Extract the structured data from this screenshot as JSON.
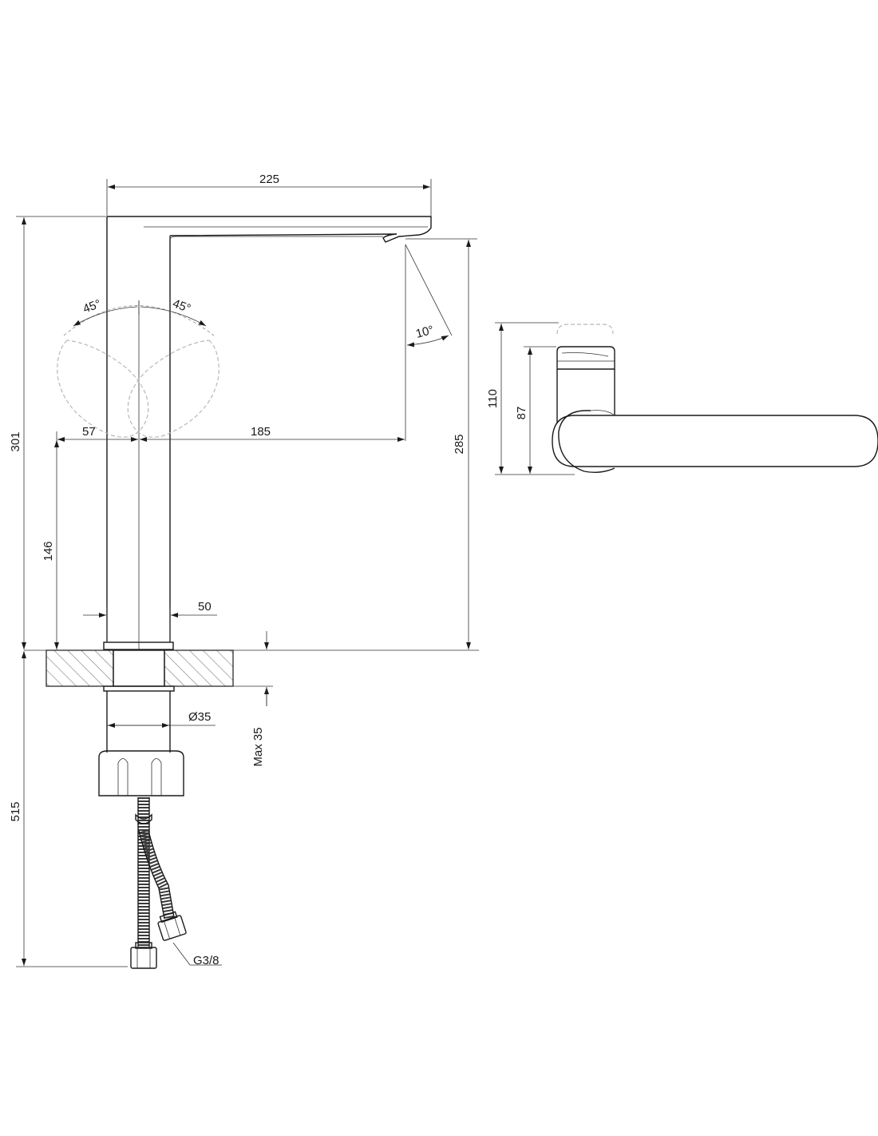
{
  "dimensions": {
    "total_reach": "225",
    "total_height": "301",
    "spout_height": "285",
    "handle_offset": "57",
    "spout_projection": "185",
    "base_height": "146",
    "body_width": "50",
    "hole_diameter": "Ø35",
    "max_thickness": "Max 35",
    "hose_length": "515",
    "connection_thread": "G3/8",
    "side_height_outer": "110",
    "side_height_inner": "87"
  },
  "angles": {
    "lever_left": "45°",
    "lever_right": "45°",
    "spout_tilt": "10°"
  }
}
